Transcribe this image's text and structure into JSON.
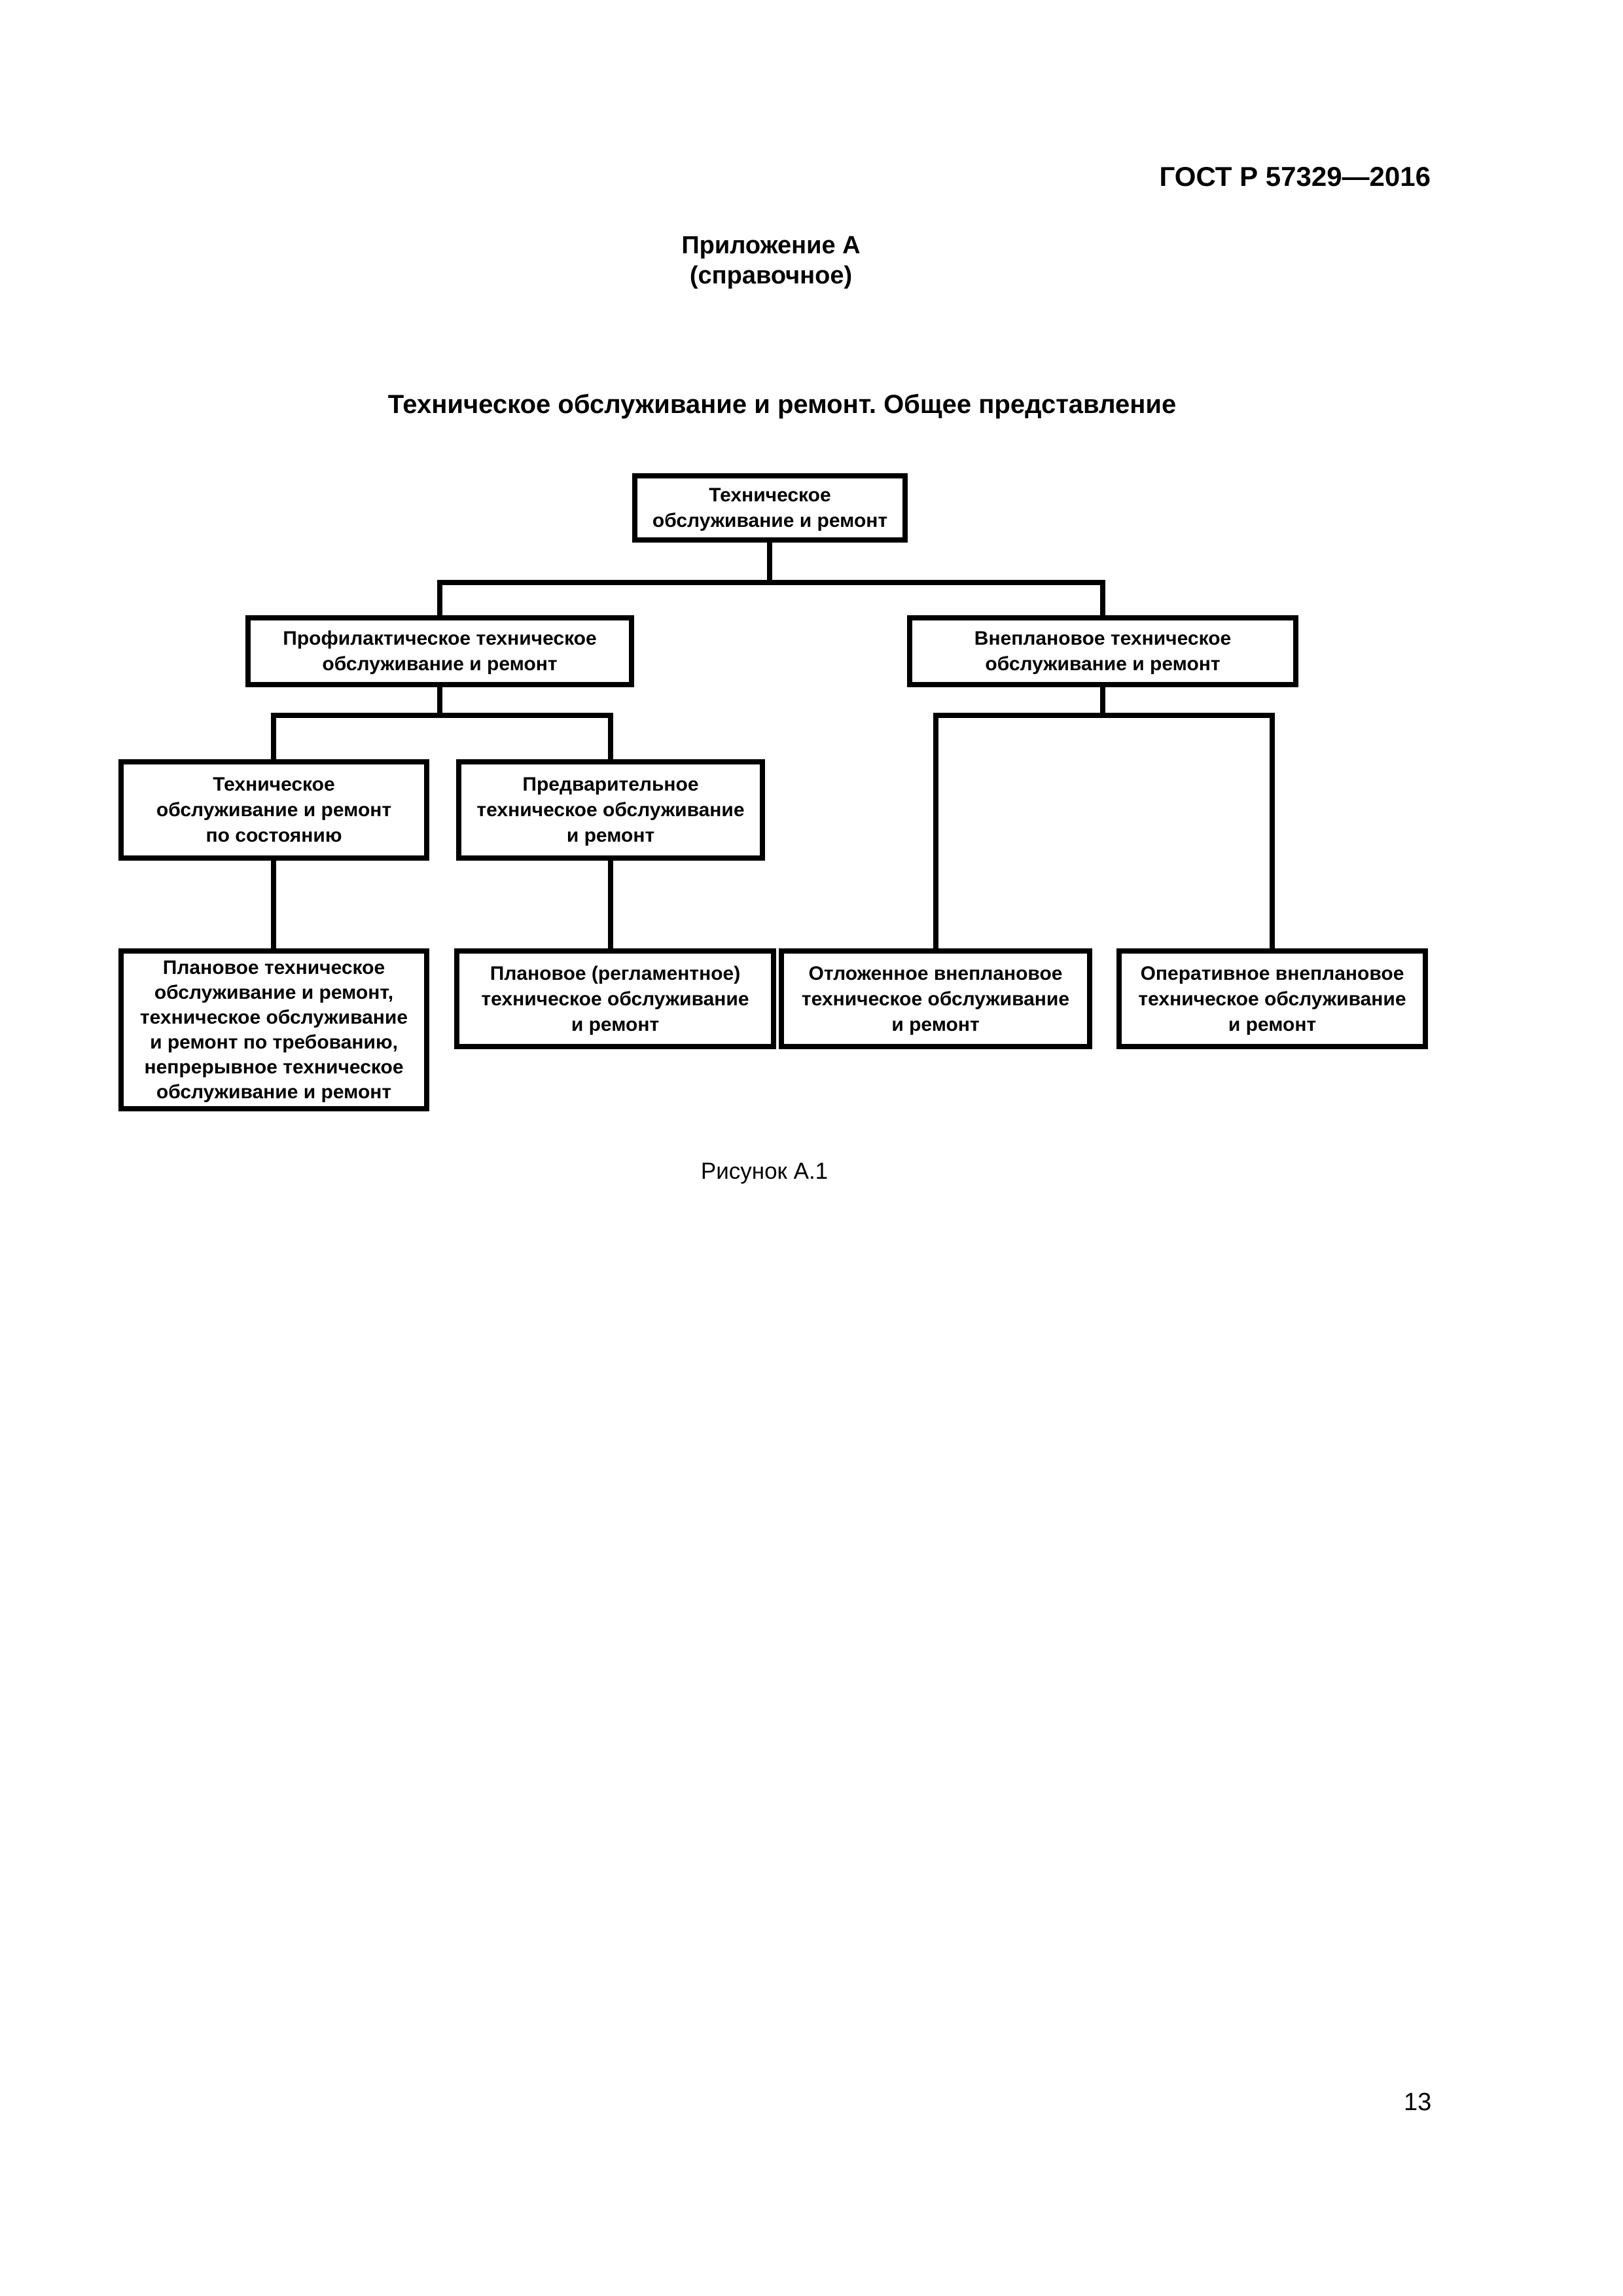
{
  "document": {
    "standard_code": "ГОСТ Р 57329—2016",
    "appendix": {
      "title": "Приложение А",
      "subtitle": "(справочное)"
    },
    "figure_title": "Техническое обслуживание и ремонт. Общее представление",
    "figure_caption": "Рисунок А.1",
    "page_number": "13"
  },
  "diagram": {
    "nodes": {
      "root": "Техническое\nобслуживание и ремонт",
      "preventive": "Профилактическое техническое\nобслуживание и ремонт",
      "unscheduled": "Внеплановое техническое\nобслуживание и ремонт",
      "condition_based": "Техническое\nобслуживание и ремонт\nпо состоянию",
      "predetermined": "Предварительное\nтехническое обслуживание\nи ремонт",
      "scheduled_on_request_continuous": "Плановое техническое\nобслуживание и ремонт,\nтехническое обслуживание\nи ремонт по требованию,\nнепрерывное техническое\nобслуживание и ремонт",
      "scheduled_regulated": "Плановое (регламентное)\nтехническое обслуживание\nи ремонт",
      "deferred_unscheduled": "Отложенное внеплановое\nтехническое обслуживание\nи ремонт",
      "immediate_unscheduled": "Оперативное внеплановое\nтехническое обслуживание\nи ремонт"
    },
    "edges": [
      {
        "from": "root",
        "to": "preventive"
      },
      {
        "from": "root",
        "to": "unscheduled"
      },
      {
        "from": "preventive",
        "to": "condition_based"
      },
      {
        "from": "preventive",
        "to": "predetermined"
      },
      {
        "from": "condition_based",
        "to": "scheduled_on_request_continuous"
      },
      {
        "from": "predetermined",
        "to": "scheduled_regulated"
      },
      {
        "from": "unscheduled",
        "to": "deferred_unscheduled"
      },
      {
        "from": "unscheduled",
        "to": "immediate_unscheduled"
      }
    ]
  }
}
